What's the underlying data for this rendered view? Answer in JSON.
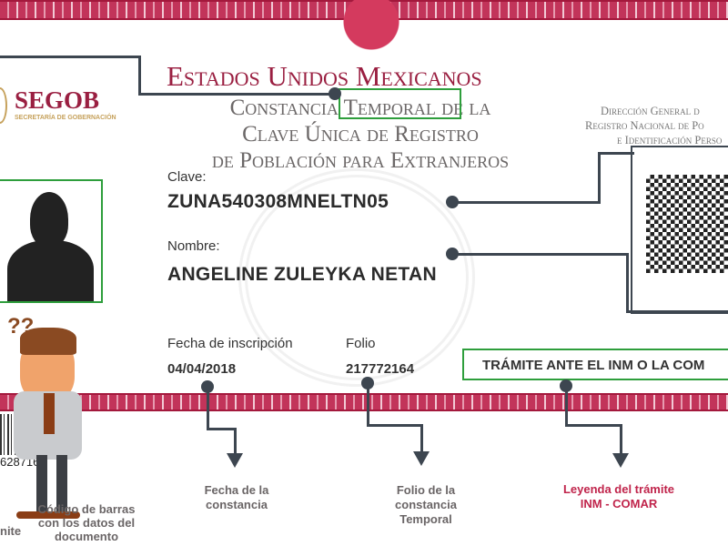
{
  "header": {
    "title": "Estados Unidos Mexicanos",
    "subtitle_lines": [
      "Constancia Temporal de la",
      "Clave Única de Registro",
      "de Población para Extranjeros"
    ]
  },
  "logo": {
    "name": "SEGOB",
    "tagline": "SECRETARÍA DE GOBERNACIÓN"
  },
  "agency": {
    "lines": [
      "Dirección General d",
      "Registro Nacional de Po",
      "e Identificación Perso"
    ]
  },
  "fields": {
    "clave_label": "Clave:",
    "clave_value": "ZUNA540308MNELTN05",
    "nombre_label": "Nombre:",
    "nombre_value": "ANGELINE ZULEYKA NETAN",
    "fecha_label": "Fecha de inscripción",
    "fecha_value": "04/04/2018",
    "folio_label": "Folio",
    "folio_value": "217772164",
    "tramite_value": "TRÁMITE ANTE EL INM O LA COM"
  },
  "barcode_number": "628716",
  "captions": {
    "fecha": [
      "Fecha de la",
      "constancia"
    ],
    "folio": [
      "Folio de la",
      "constancia",
      "Temporal"
    ],
    "leyenda": [
      "Leyenda del trámite",
      "INM - COMAR"
    ],
    "barcode": [
      "Código de barras",
      "con los datos del",
      "documento"
    ],
    "left_cut": "nite"
  },
  "colors": {
    "brand": "#9a1f41",
    "highlight": "#2e9e3c",
    "connector": "#3d4650",
    "caption_accent": "#c0244b"
  }
}
